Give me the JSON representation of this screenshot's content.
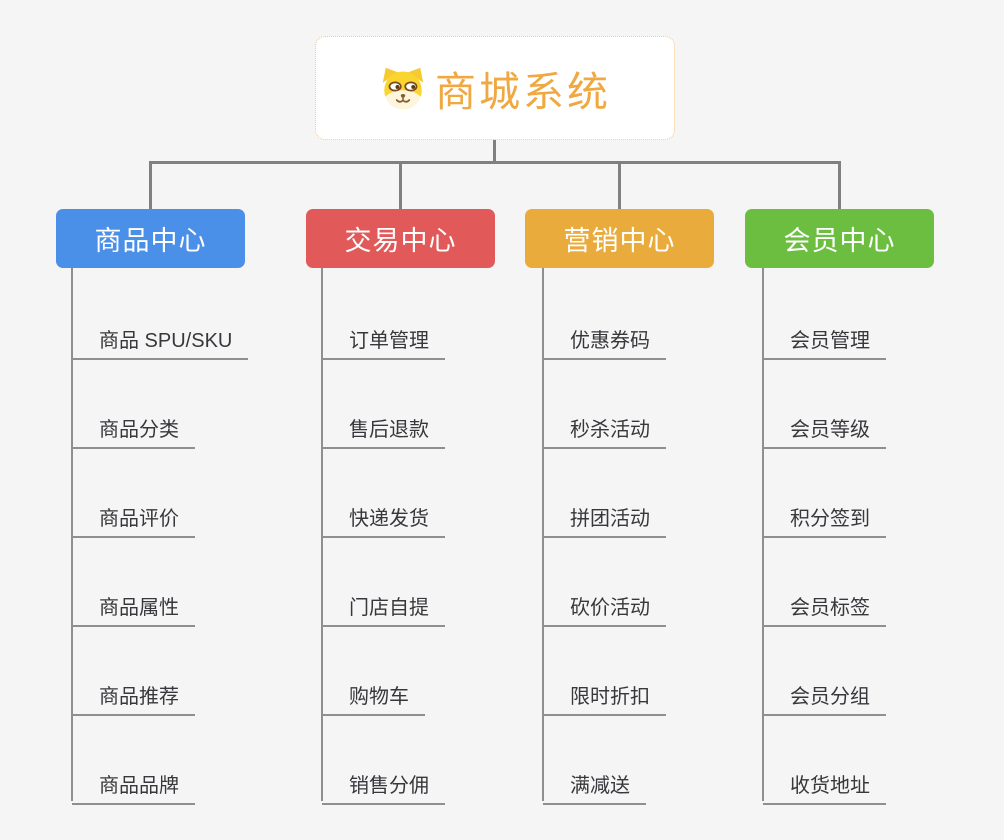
{
  "app": {
    "background_color": "#F5F5F5",
    "connector_color": "#808080",
    "leaf_line_color": "#8F8F8F",
    "leaf_text_color": "#38383C"
  },
  "root": {
    "title": "商城系统",
    "icon": "dog-face-icon",
    "accent_color": "#F0A840",
    "border_color": "#F0C88A",
    "background_color": "#FFFFFF"
  },
  "branches": [
    {
      "id": "product-center",
      "label": "商品中心",
      "color": "#4A8FE8",
      "items": [
        "商品 SPU/SKU",
        "商品分类",
        "商品评价",
        "商品属性",
        "商品推荐",
        "商品品牌"
      ]
    },
    {
      "id": "trade-center",
      "label": "交易中心",
      "color": "#E25959",
      "items": [
        "订单管理",
        "售后退款",
        "快递发货",
        "门店自提",
        "购物车",
        "销售分佣"
      ]
    },
    {
      "id": "marketing-center",
      "label": "营销中心",
      "color": "#EAAB3D",
      "items": [
        "优惠券码",
        "秒杀活动",
        "拼团活动",
        "砍价活动",
        "限时折扣",
        "满减送"
      ]
    },
    {
      "id": "member-center",
      "label": "会员中心",
      "color": "#6BBE40",
      "items": [
        "会员管理",
        "会员等级",
        "积分签到",
        "会员标签",
        "会员分组",
        "收货地址"
      ]
    }
  ]
}
